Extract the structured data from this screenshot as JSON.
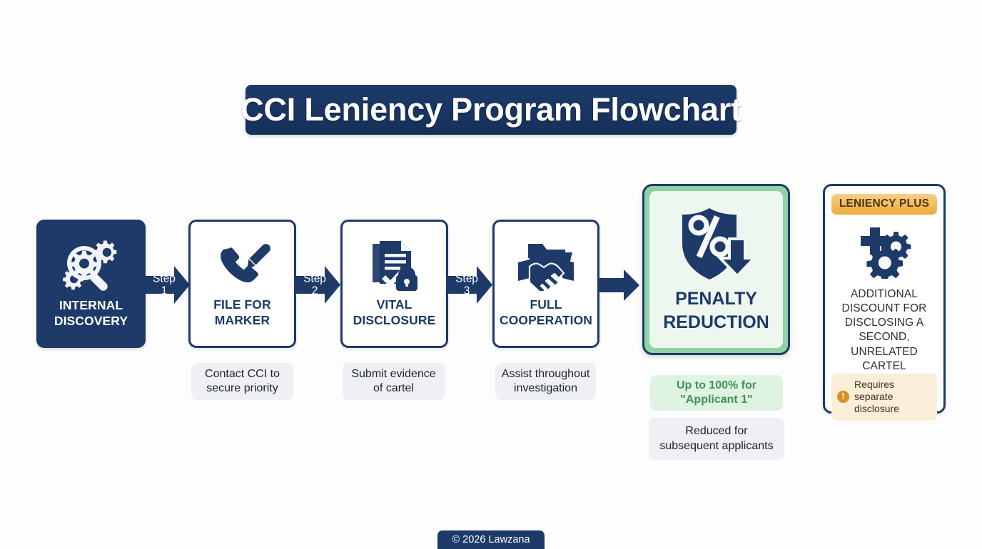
{
  "page": {
    "background_color": "#fdfdfe",
    "navy": "#1d3a68",
    "green_accent": "#8fd3a4",
    "gold_accent": "#eeab39"
  },
  "title": {
    "text": "CCI Leniency Program Flowchart"
  },
  "flow": {
    "nodes": [
      {
        "id": "internal-discovery",
        "label": "INTERNAL\nDISCOVERY",
        "icon": "magnifier-gears-icon",
        "style": "filled"
      },
      {
        "id": "file-for-marker",
        "label": "FILE FOR\nMARKER",
        "icon": "phone-marker-icon",
        "style": "outlined",
        "caption": "Contact CCI to\nsecure priority"
      },
      {
        "id": "vital-disclosure",
        "label": "VITAL\nDISCLOSURE",
        "icon": "document-check-lock-icon",
        "style": "outlined",
        "caption": "Submit evidence\nof cartel"
      },
      {
        "id": "full-cooperation",
        "label": "FULL\nCOOPERATION",
        "icon": "handshake-folder-icon",
        "style": "outlined",
        "caption": "Assist throughout\ninvestigation"
      }
    ],
    "arrows": [
      {
        "label": "Step\n1"
      },
      {
        "label": "Step\n2"
      },
      {
        "label": "Step\n3"
      },
      {
        "label": ""
      }
    ]
  },
  "outcome": {
    "label": "PENALTY\nREDUCTION",
    "icon": "shield-percent-arrow-down-icon",
    "captions": [
      {
        "text": "Up to 100% for\n\"Applicant 1\"",
        "style": "green"
      },
      {
        "text": "Reduced for\nsubsequent applicants",
        "style": "gray"
      }
    ]
  },
  "leniency_plus": {
    "badge": "LENIENCY PLUS",
    "icon": "plus-gears-icon",
    "body": "ADDITIONAL DISCOUNT FOR DISCLOSING A SECOND, UNRELATED CARTEL",
    "note": {
      "icon_glyph": "!",
      "text": "Requires separate disclosure"
    }
  },
  "footer": {
    "text": "© 2026 Lawzana"
  }
}
